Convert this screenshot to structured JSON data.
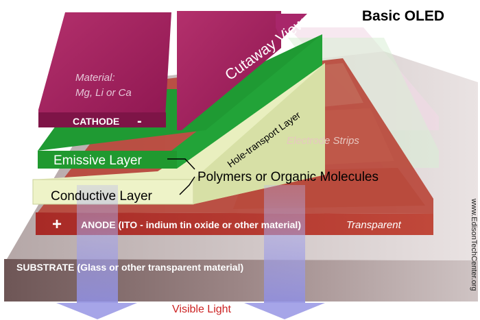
{
  "title": "Basic OLED",
  "cutaway_label": "Cutaway View",
  "cathode": {
    "material_line1": "Material:",
    "material_line2": "Mg, Li or Ca",
    "label": "CATHODE",
    "sign": "-"
  },
  "layers": {
    "emissive": "Emissive Layer",
    "conductive": "Conductive Layer",
    "hole_transport": "Hole-transport Layer",
    "polymers_note": "Polymers or Organic Molecules",
    "electrode_strips": "Electrode Strips"
  },
  "anode": {
    "sign": "+",
    "label": "ANODE (ITO - indium tin oxide or other material)",
    "suffix": "Transparent"
  },
  "substrate": {
    "label": "SUBSTRATE (Glass or other transparent material)"
  },
  "visible_light": "Visible Light",
  "watermark": "www.EdisonTechCenter.org",
  "colors": {
    "cathode": "#a01e5c",
    "emissive": "#1e9a32",
    "conductive": "#e9f0bf",
    "anode": "#b43a2e",
    "substrate": "#8a7474",
    "light": "#a9a8e6",
    "visible_light_text": "#cc2222"
  }
}
